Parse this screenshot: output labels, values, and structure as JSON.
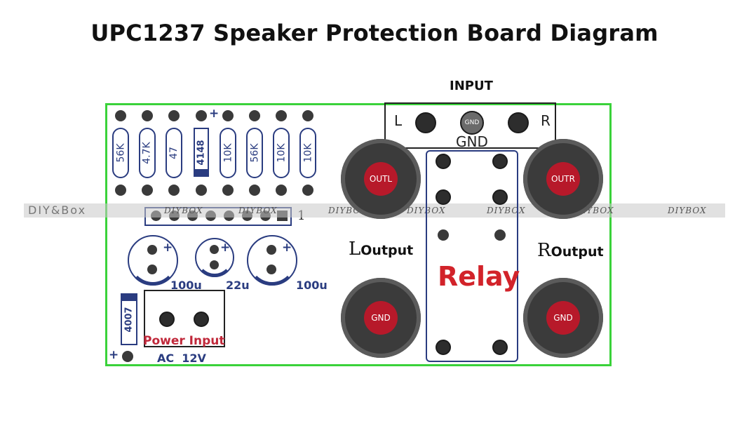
{
  "title": "UPC1237 Speaker Protection Board Diagram",
  "input": {
    "label": "INPUT",
    "left": "L",
    "right": "R",
    "gnd_small": "GND",
    "gnd": "GND"
  },
  "resistors": [
    "56K",
    "4.7K",
    "47",
    "10K",
    "56K",
    "10K",
    "10K"
  ],
  "diode_top": "4148",
  "diode_bottom": "4007",
  "ic_pin1": "1",
  "caps": [
    "100u",
    "22u",
    "100u"
  ],
  "terminals": {
    "outl": "OUTL",
    "outr": "OUTR",
    "gnd_left": "GND",
    "gnd_right": "GND"
  },
  "left_output": "L",
  "left_output_rest": "Output",
  "right_output": "R",
  "right_output_rest": "Output",
  "relay": "Relay",
  "power_input": "Power Input",
  "ac": "AC  12V",
  "watermark": [
    "DIY&Box",
    "DIYBOX",
    "DIYBOX",
    "DIYBOX",
    "DIYBOX",
    "DIYBOX",
    "DIYBOX",
    "DIYBOX"
  ],
  "colors": {
    "board_border": "#3ad23a",
    "component_blue": "#2a3c80",
    "terminal_red": "#b7192a",
    "relay_red": "#d2232a",
    "power_red": "#c0283a"
  }
}
